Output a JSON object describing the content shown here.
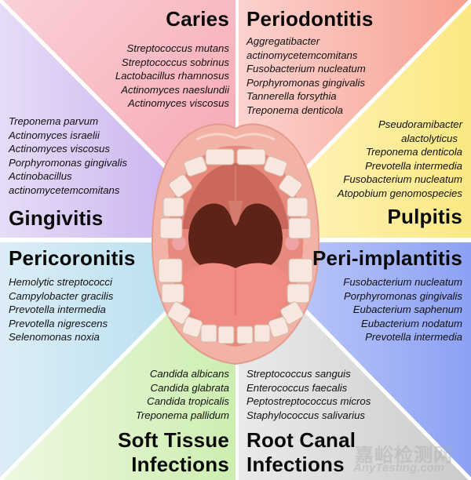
{
  "figure": {
    "center_label": "Open mouth illustration",
    "panels": {
      "caries": {
        "title": "Caries",
        "color": "#f7a6b2",
        "organisms": [
          "Streptococcus mutans",
          "Streptococcus sobrinus",
          "Lactobacillus rhamnosus",
          "Actinomyces naeslundii",
          "Actinomyces viscosus"
        ]
      },
      "periodontitis": {
        "title": "Periodontitis",
        "color": "#f8a89a",
        "organisms": [
          "Aggregatibacter",
          "actinomycetemcomitans",
          "Fusobacterium nucleatum",
          "Porphyromonas gingivalis",
          "Tannerella forsythia",
          "Treponema denticola"
        ]
      },
      "gingivitis": {
        "title": "Gingivitis",
        "color": "#c9b0ef",
        "organisms": [
          "Treponema parvum",
          "Actinomyces israelii",
          "Actinomyces viscosus",
          "Porphyromonas gingivalis",
          "Actinobacillus",
          "actinomycetemcomitans"
        ]
      },
      "pulpitis": {
        "title": "Pulpitis",
        "color": "#fbe98a",
        "organisms": [
          "Pseudoramibacter",
          "alactolyticus",
          "Treponema denticola",
          "Prevotella intermedia",
          "Fusobacterium nucleatum",
          "Atopobium genomospecies"
        ]
      },
      "pericoronitis": {
        "title": "Pericoronitis",
        "color": "#b9dff0",
        "organisms": [
          "Hemolytic streptococci",
          "Campylobacter gracilis",
          "Prevotella intermedia",
          "Prevotella nigrescens",
          "Selenomonas noxia"
        ]
      },
      "peri_implantitis": {
        "title": "Peri-implantitis",
        "color": "#9fb0f5",
        "organisms": [
          "Fusobacterium nucleatum",
          "Porphyromonas gingivalis",
          "Eubacterium saphenum",
          "Eubacterium nodatum",
          "Prevotella intermedia"
        ]
      },
      "soft_tissue": {
        "title_line1": "Soft Tissue",
        "title_line2": "Infections",
        "color": "#d4f0b8",
        "organisms": [
          "Candida albicans",
          "Candida glabrata",
          "Candida tropicalis",
          "Treponema pallidum"
        ]
      },
      "root_canal": {
        "title_line1": "Root Canal",
        "title_line2": "Infections",
        "color": "#d4d6d8",
        "organisms": [
          "Streptococcus sanguis",
          "Enterococcus faecalis",
          "Peptostreptococcus micros",
          "Staphylococcus salivarius"
        ]
      }
    },
    "watermark": {
      "line1": "嘉峪检测网",
      "line2": "AnyTesting.com"
    }
  }
}
